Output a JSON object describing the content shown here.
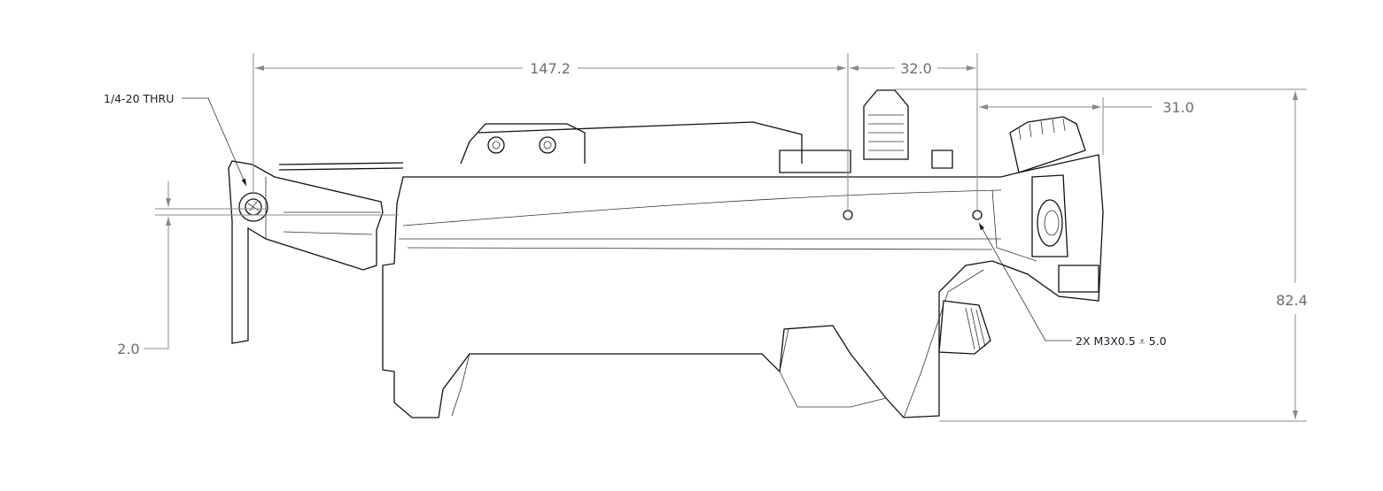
{
  "dimensions": {
    "overall_length": "147.2",
    "hole_spacing": "32.0",
    "right_offset": "31.0",
    "overall_height": "82.4",
    "mount_offset": "2.0"
  },
  "callouts": {
    "mount_hole": "1/4-20 THRU",
    "threaded_holes": "2X M3X0.5 ⩡ 5.0"
  },
  "colors": {
    "dimension": "#6e6e6e",
    "outline": "#111111",
    "note": "#1a1a2e"
  }
}
